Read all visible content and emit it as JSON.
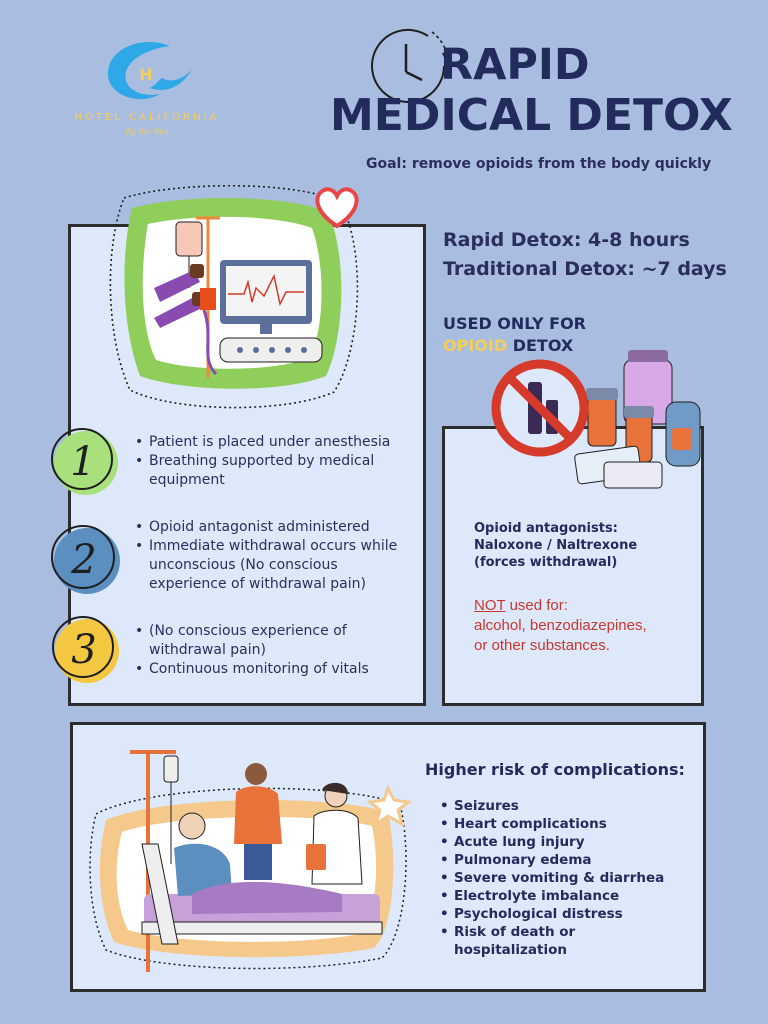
{
  "logo": {
    "letter": "H",
    "name": "HOTEL CALIFORNIA",
    "tagline": "By the Sea"
  },
  "title": {
    "line1": "RAPID",
    "line2": "MEDICAL DETOX",
    "goal": "Goal: remove opioids from the body quickly"
  },
  "steps": [
    {
      "number": "1",
      "color": "#a8e07c",
      "bullets": [
        "Patient is placed under anesthesia",
        "Breathing supported by medical equipment"
      ]
    },
    {
      "number": "2",
      "color": "#5b8fbf",
      "bullets": [
        "Opioid antagonist administered",
        "Immediate withdrawal occurs while unconscious (No conscious experience of withdrawal pain)"
      ]
    },
    {
      "number": "3",
      "color": "#f5c842",
      "bullets": [
        "(No conscious experience of withdrawal pain)",
        "Continuous monitoring of vitals"
      ]
    }
  ],
  "durations": {
    "rapid": "Rapid Detox: 4-8 hours",
    "traditional": "Traditional Detox: ~7 days"
  },
  "used_only": {
    "line1": "USED ONLY FOR",
    "highlight": "OPIOID",
    "rest": " DETOX"
  },
  "antagonists": {
    "line1": "Opioid antagonists:",
    "line2": "Naloxone / Naltrexone",
    "line3": "(forces withdrawal)"
  },
  "not_used": {
    "lead": "NOT",
    "rest": " used for:",
    "line2": "alcohol, benzodiazepines,",
    "line3": "or other substances."
  },
  "risks": {
    "title": "Higher risk of complications:",
    "items": [
      "Seizures",
      "Heart complications",
      "Acute lung injury",
      "Pulmonary edema",
      "Severe vomiting & diarrhea",
      "Electrolyte imbalance",
      "Psychological distress",
      "Risk of death or hospitalization"
    ]
  },
  "colors": {
    "background": "#a9bde0",
    "box": "#dde9fb",
    "title": "#232a5c",
    "accent_yellow": "#f2cf5a",
    "warning_red": "#c9362e"
  }
}
